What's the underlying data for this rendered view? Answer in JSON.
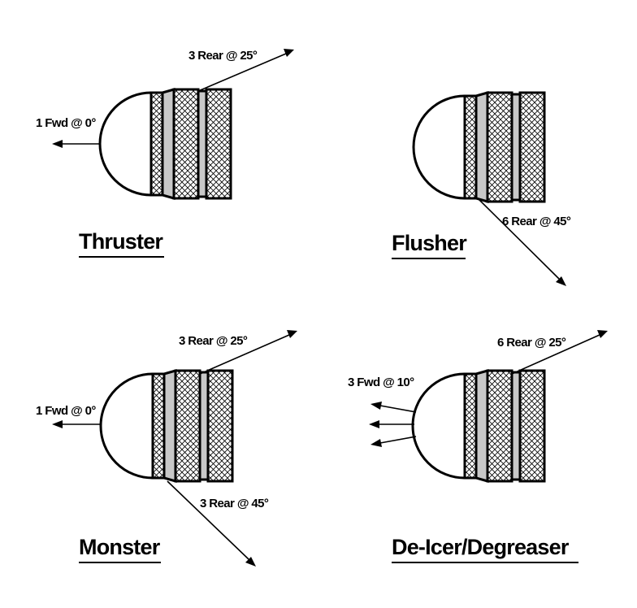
{
  "nozzles": [
    {
      "id": "thruster",
      "title": "Thruster",
      "forward_label": "1 Fwd @ 0°",
      "rear_top_label": "3 Rear @ 25°",
      "rear_bottom_label": ""
    },
    {
      "id": "flusher",
      "title": "Flusher",
      "forward_label": "",
      "rear_top_label": "",
      "rear_bottom_label": "6 Rear @ 45°"
    },
    {
      "id": "monster",
      "title": "Monster",
      "forward_label": "1 Fwd @ 0°",
      "rear_top_label": "3 Rear @ 25°",
      "rear_bottom_label": "3 Rear @ 45°"
    },
    {
      "id": "de-icer",
      "title": "De-Icer/Degreaser",
      "forward_label": "3 Fwd @ 10°",
      "rear_top_label": "6 Rear @ 25°",
      "rear_bottom_label": ""
    }
  ],
  "colors": {
    "ink": "#000000",
    "band_gray": "#c8c8c8",
    "background": "#ffffff"
  }
}
